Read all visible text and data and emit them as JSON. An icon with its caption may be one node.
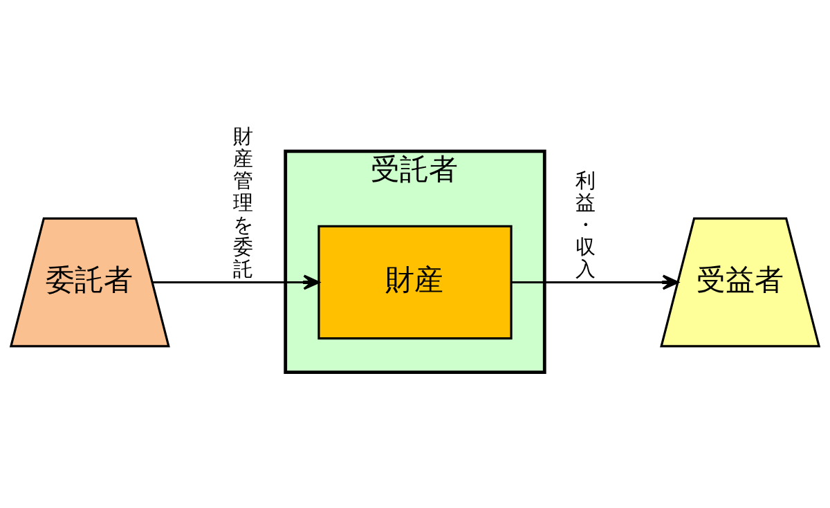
{
  "diagram": {
    "nodes": [
      {
        "text": [
          "委託者"
        ]
      },
      {
        "text": [
          "受託者"
        ]
      },
      {
        "text": [
          "財産"
        ],
        "in": 1
      },
      {
        "text": [
          "受益者"
        ]
      }
    ],
    "edges": [
      {
        "from": 0,
        "to": 2,
        "arrow": "to",
        "label": "財産管理を委託"
      },
      {
        "from": 2,
        "to": 3,
        "arrow": "to",
        "label": "利益・収入"
      }
    ]
  }
}
